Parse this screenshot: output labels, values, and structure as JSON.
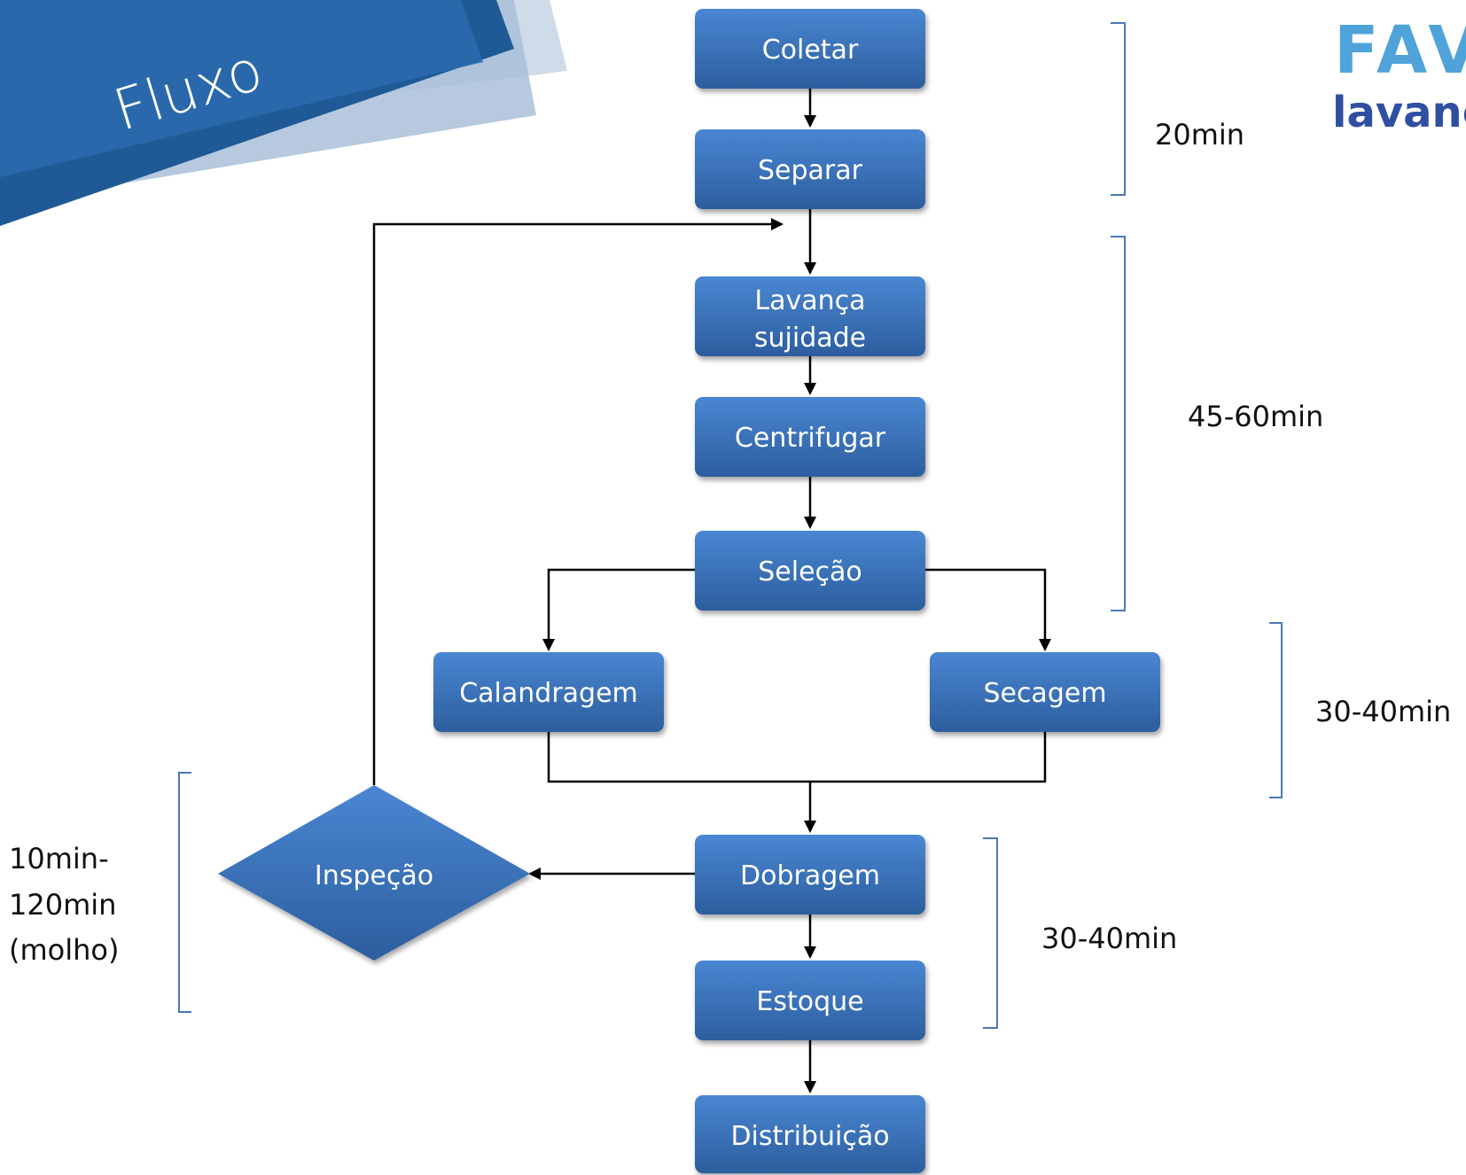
{
  "slide": {
    "title": "Fluxo",
    "logo": {
      "word_top": "FAV",
      "word_bottom": "lavanc",
      "colors": {
        "top": "#4fa3d8",
        "accent": "#e35b4a",
        "bottom": "#2f4fa3"
      }
    }
  },
  "colors": {
    "node_top": "#4a86d2",
    "node_bottom": "#2c5e9e",
    "arrow": "#000000",
    "bracket": "#4a78b8",
    "banner_dark": "#1f5a97",
    "banner_light": "#a9bfd8"
  },
  "nodes": {
    "coletar": "Coletar",
    "separar": "Separar",
    "lavanca_line1": "Lavança",
    "lavanca_line2": "sujidade",
    "centrifugar": "Centrifugar",
    "selecao": "Seleção",
    "calandragem": "Calandragem",
    "secagem": "Secagem",
    "dobragem": "Dobragem",
    "estoque": "Estoque",
    "distribuicao": "Distribuição",
    "inspecao": "Inspeção"
  },
  "times": {
    "t1": "20min",
    "t2": "45-60min",
    "t3": "30-40min",
    "t4": "30-40min",
    "t5_line1": "10min-",
    "t5_line2": "120min",
    "t5_line3": "(molho)"
  }
}
